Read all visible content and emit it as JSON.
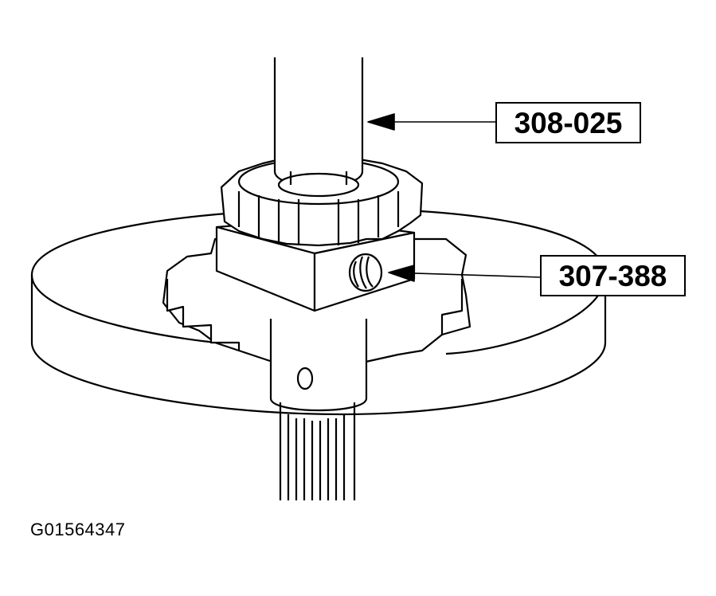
{
  "diagram": {
    "callouts": [
      {
        "id": "tool-1",
        "label": "308-025",
        "points_to": "shaft tube"
      },
      {
        "id": "tool-2",
        "label": "307-388",
        "points_to": "gear holding block"
      }
    ],
    "figure_id": "G01564347"
  }
}
